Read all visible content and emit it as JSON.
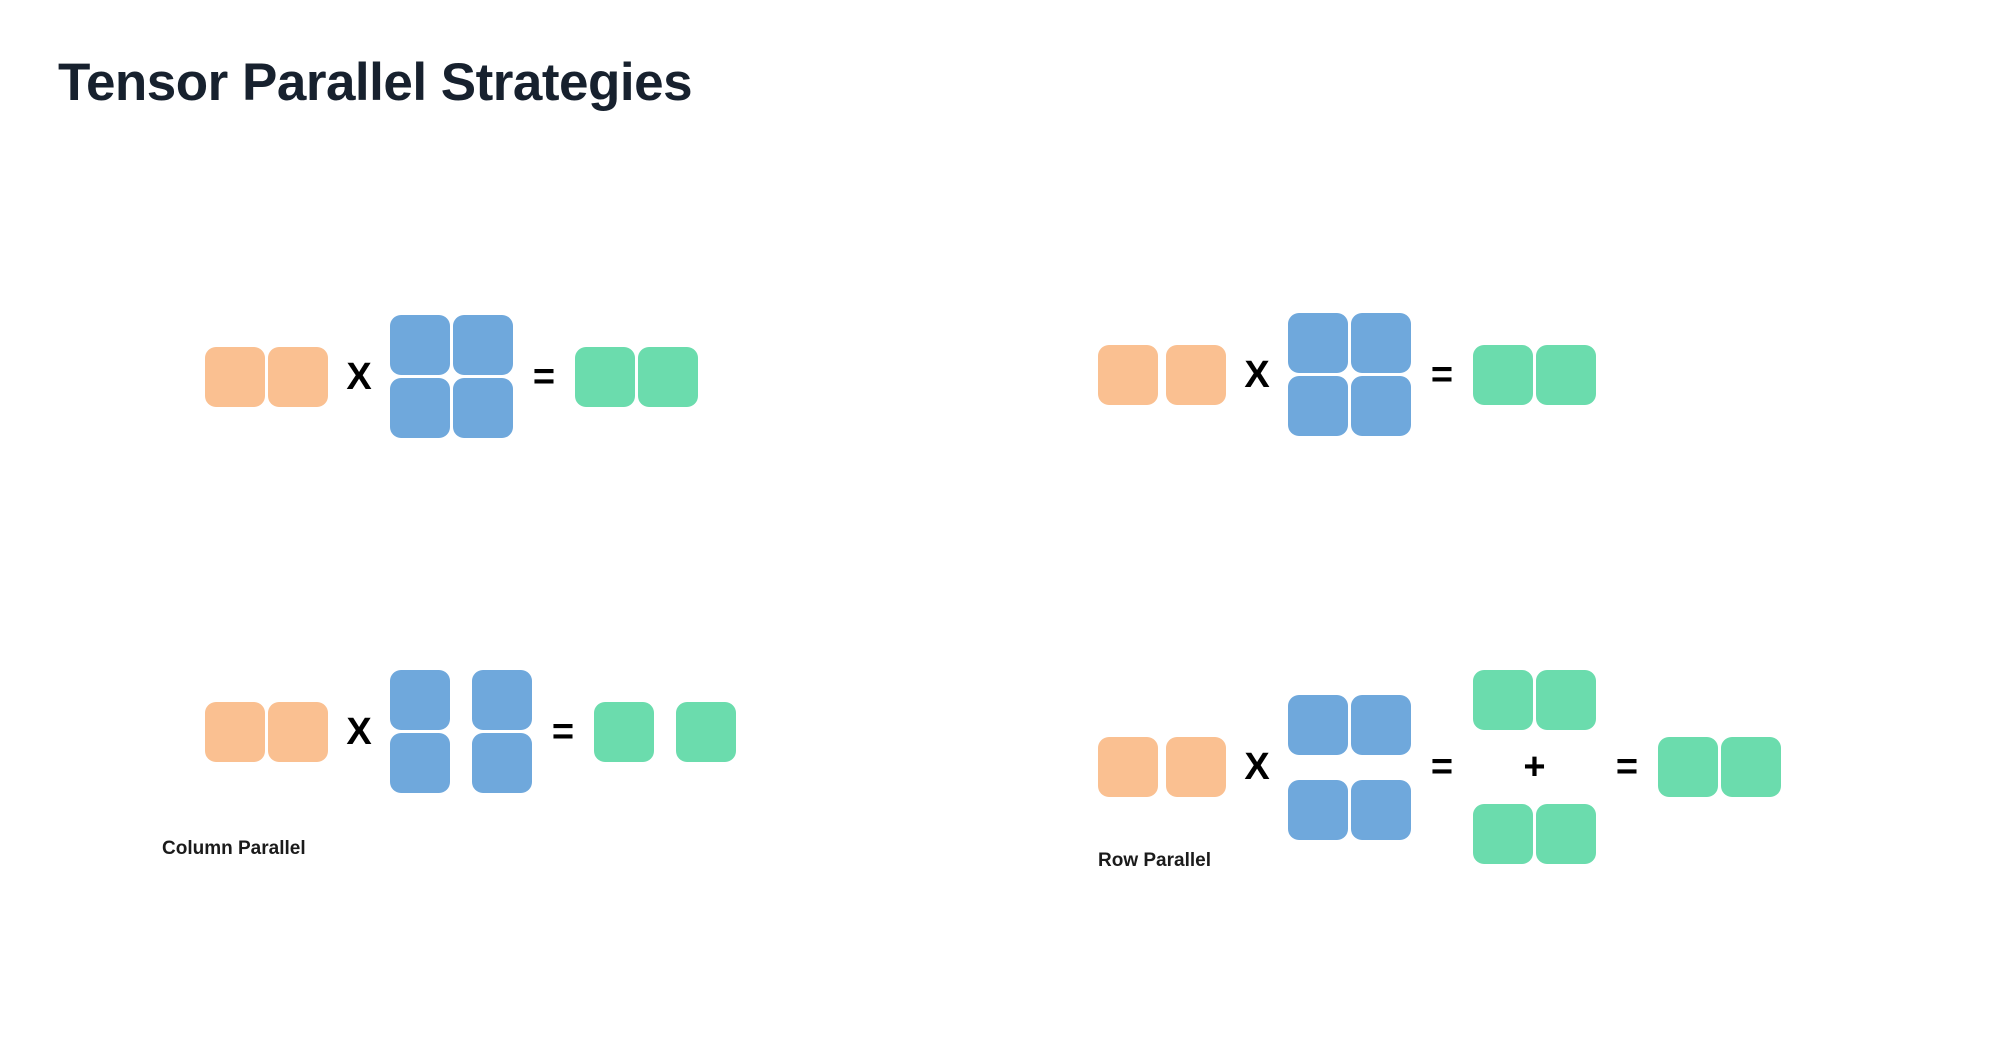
{
  "page": {
    "title": "Tensor Parallel Strategies",
    "background_color": "#ffffff"
  },
  "colors": {
    "input_orange": "#fac091",
    "weight_blue": "#6fa8dc",
    "output_green": "#6bdcad",
    "title_text": "#17212e",
    "label_text": "#1b1b1b",
    "operator_text": "#000000"
  },
  "operators": {
    "multiply": "X",
    "equals": "=",
    "plus": "+"
  },
  "diagrams": [
    {
      "id": "column-parallel",
      "label": "Column Parallel",
      "top_equation": {
        "input": {
          "rows": 1,
          "cols": 2,
          "color": "input_orange",
          "split": "none"
        },
        "weight": {
          "rows": 2,
          "cols": 2,
          "color": "weight_blue",
          "split": "none"
        },
        "output": {
          "rows": 1,
          "cols": 2,
          "color": "output_green",
          "split": "none"
        }
      },
      "bottom_equation": {
        "input": {
          "rows": 1,
          "cols": 2,
          "color": "input_orange",
          "split": "none"
        },
        "weight": {
          "rows": 2,
          "cols": 2,
          "color": "weight_blue",
          "split": "columns"
        },
        "output": {
          "rows": 1,
          "cols": 2,
          "color": "output_green",
          "split": "columns"
        }
      }
    },
    {
      "id": "row-parallel",
      "label": "Row Parallel",
      "top_equation": {
        "input": {
          "rows": 1,
          "cols": 2,
          "color": "input_orange",
          "split": "none"
        },
        "weight": {
          "rows": 2,
          "cols": 2,
          "color": "weight_blue",
          "split": "none"
        },
        "output": {
          "rows": 1,
          "cols": 2,
          "color": "output_green",
          "split": "none"
        }
      },
      "bottom_equation": {
        "input": {
          "rows": 1,
          "cols": 2,
          "color": "input_orange",
          "split": "none"
        },
        "weight": {
          "rows": 2,
          "cols": 2,
          "color": "weight_blue",
          "split": "rows"
        },
        "partial_outputs": [
          {
            "rows": 1,
            "cols": 2,
            "color": "output_green"
          },
          {
            "rows": 1,
            "cols": 2,
            "color": "output_green"
          }
        ],
        "final_output": {
          "rows": 1,
          "cols": 2,
          "color": "output_green"
        }
      }
    }
  ],
  "labels": {
    "column_parallel": "Column Parallel",
    "row_parallel": "Row Parallel"
  }
}
